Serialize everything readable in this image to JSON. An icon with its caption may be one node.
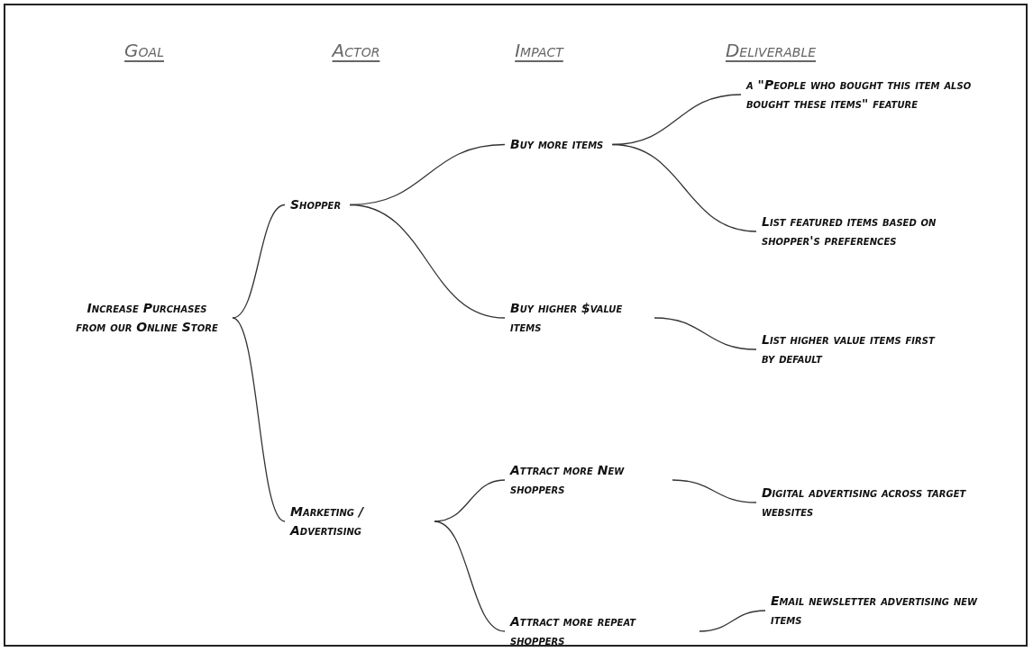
{
  "diagram": {
    "nodes": [
      {
        "text": [
          "Increase Purchases from our Online Store"
        ]
      },
      {
        "text": [
          "Shopper"
        ]
      },
      {
        "text": [
          "Marketing / Advertising"
        ]
      },
      {
        "text": [
          "Buy more items"
        ]
      },
      {
        "text": [
          "Buy higher $value items"
        ]
      },
      {
        "text": [
          "Attract more New shoppers"
        ]
      },
      {
        "text": [
          "Attract more repeat shoppers"
        ]
      },
      {
        "text": [
          "a \"People who bought this item also bought these items\" feature"
        ]
      },
      {
        "text": [
          "List featured items based on shopper's preferences"
        ]
      },
      {
        "text": [
          "List higher value items first by default"
        ]
      },
      {
        "text": [
          "Digital advertising across target websites"
        ]
      },
      {
        "text": [
          "Email newsletter advertising new items"
        ]
      }
    ],
    "edges": [
      {
        "from": 0,
        "to": 1,
        "arrow": "none"
      },
      {
        "from": 0,
        "to": 2,
        "arrow": "none"
      },
      {
        "from": 1,
        "to": 3,
        "arrow": "none"
      },
      {
        "from": 1,
        "to": 4,
        "arrow": "none"
      },
      {
        "from": 3,
        "to": 7,
        "arrow": "none"
      },
      {
        "from": 3,
        "to": 8,
        "arrow": "none"
      },
      {
        "from": 4,
        "to": 9,
        "arrow": "none"
      },
      {
        "from": 2,
        "to": 5,
        "arrow": "none"
      },
      {
        "from": 2,
        "to": 6,
        "arrow": "none"
      },
      {
        "from": 5,
        "to": 10,
        "arrow": "none"
      },
      {
        "from": 6,
        "to": 11,
        "arrow": "none"
      }
    ],
    "labels": [
      "Goal",
      "Actor",
      "Impact",
      "Deliverable"
    ]
  }
}
